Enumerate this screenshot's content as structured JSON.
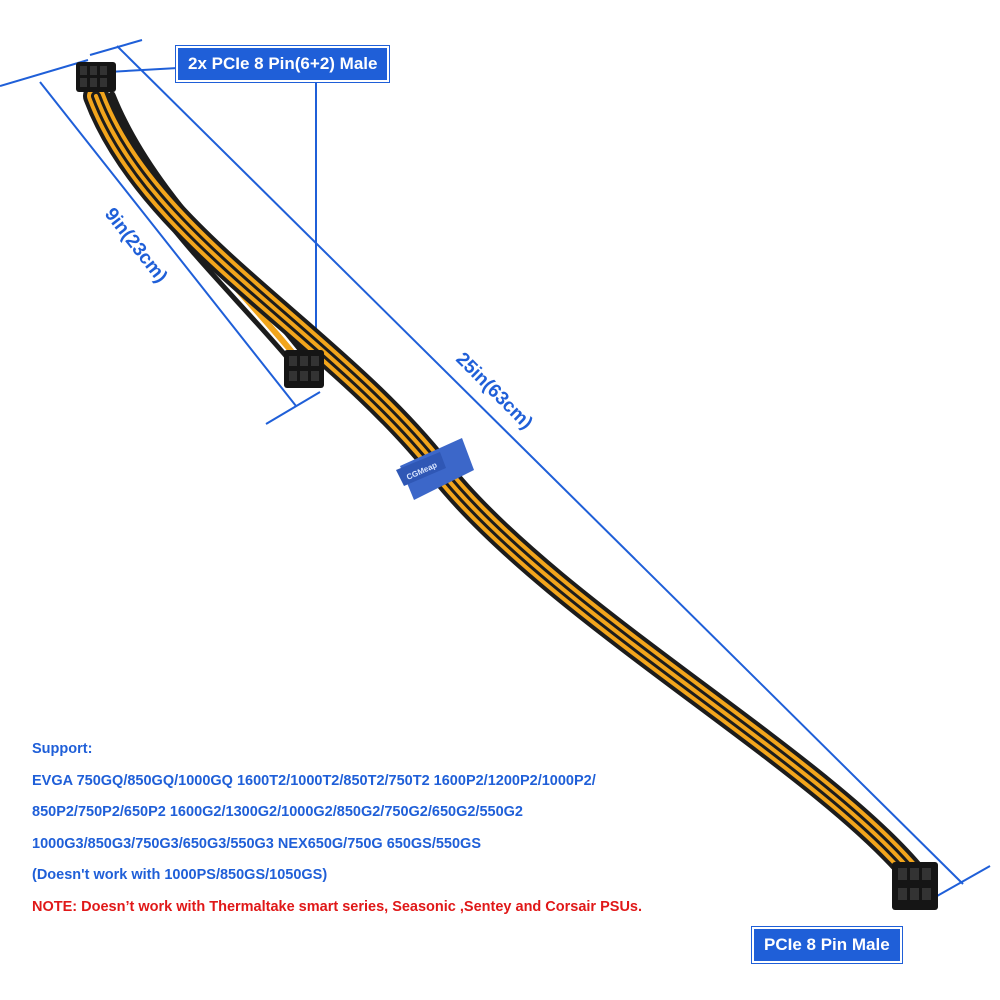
{
  "labels": {
    "top_connector": "2x PCIe 8 Pin(6+2) Male",
    "bottom_connector": "PCIe 8 Pin Male"
  },
  "dimensions": {
    "short_length": "9in(23cm)",
    "long_length": "25in(63cm)"
  },
  "strap_text": "CGMeap",
  "support": {
    "heading": "Support:",
    "lines": [
      "EVGA 750GQ/850GQ/1000GQ 1600T2/1000T2/850T2/750T2 1600P2/1200P2/1000P2/",
      "850P2/750P2/650P2 1600G2/1300G2/1000G2/850G2/750G2/650G2/550G2",
      "1000G3/850G3/750G3/650G3/550G3 NEX650G/750G 650GS/550GS",
      "(Doesn't work with 1000PS/850GS/1050GS)"
    ],
    "note": "NOTE: Doesn’t work with Thermaltake smart series, Seasonic ,Sentey and Corsair PSUs."
  },
  "colors": {
    "accent_blue": "#1f5fd8",
    "note_red": "#e01818",
    "wire_yellow": "#f2a51c",
    "wire_black": "#1c1c1c",
    "strap_blue": "#3c67c9"
  }
}
